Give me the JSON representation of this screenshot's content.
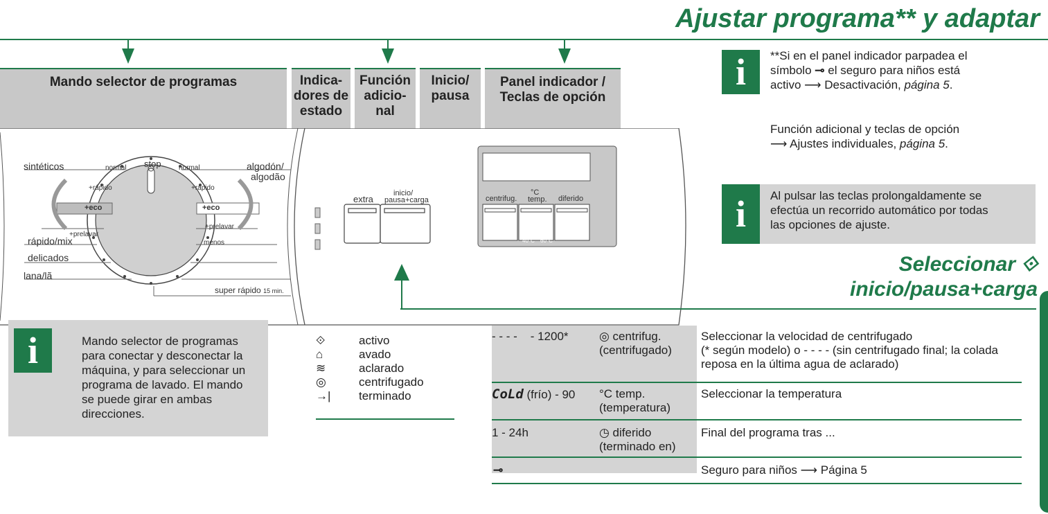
{
  "header": {
    "title": "Ajustar programa** y adaptar"
  },
  "tabs": {
    "selector": "Mando selector de programas",
    "indicators": [
      "Indica-",
      "dores de",
      "estado"
    ],
    "extra_fn": [
      "Función",
      "adicio-",
      "nal"
    ],
    "start": [
      "Inicio/",
      "pausa"
    ],
    "display": [
      "Panel indicador /",
      "Teclas de opción"
    ]
  },
  "dial": {
    "stop": "stop",
    "left_labels": [
      "sintéticos",
      "normal",
      "+rápido",
      "+eco",
      "+prelavar",
      "rápido/mix",
      "delicados",
      "lana/lã"
    ],
    "right_labels": [
      "normal",
      "algodón/",
      "algodão",
      "+rápido",
      "+eco",
      "+prelavar",
      "menos",
      "super rápido",
      "15 min."
    ]
  },
  "panel": {
    "extra": "extra",
    "start_line1": "inicio/",
    "start_line2": "pausa+carga",
    "opt_spin": "centrifug.",
    "opt_temp_symbol": "°C",
    "opt_temp": "temp.",
    "opt_delay": "diferido",
    "range1": "40°C",
    "range2": "60°C"
  },
  "notes": {
    "childlock": [
      "**Si en el panel indicador parpadea el",
      "símbolo",
      " el seguro para niños está",
      "activo ⟶ Desactivación, ",
      "página 5",
      "."
    ],
    "adicional_1": "Función adicional y teclas de opción",
    "adicional_2": "⟶ Ajustes individuales, ",
    "adicional_page": "página 5",
    "adicional_dot": ".",
    "long_press": [
      "Al pulsar las teclas prolongaldamente se",
      "efectúa un recorrido automático por todas",
      "las opciones de ajuste."
    ],
    "selector_info": [
      "Mando selector de programas",
      "para conectar y desconectar la",
      "máquina, y para seleccionar un",
      "programa de lavado. El mando",
      "se puede girar en ambas",
      "direcciones."
    ]
  },
  "start_heading": {
    "line1": "Seleccionar",
    "line2": "inicio/pausa+carga"
  },
  "status_list": [
    {
      "icon": "⟐",
      "label": "activo"
    },
    {
      "icon": "⌂",
      "label": "avado"
    },
    {
      "icon": "≋",
      "label": "aclarado"
    },
    {
      "icon": "◎",
      "label": "centrifugado"
    },
    {
      "icon": "→|",
      "label": "terminado"
    }
  ],
  "options_table": [
    {
      "range": "- - - -    - 1200*",
      "option": "◎ centrifug.",
      "option2": "(centrifugado)",
      "desc": [
        "Seleccionar la velocidad de centrifugado",
        "(* según modelo) o - - - - (sin centrifugado final; la colada",
        "reposa en la última agua de aclarado)"
      ]
    },
    {
      "range_code": "CoLd",
      "range": " (frío) - 90",
      "option": "°C temp.",
      "option2": "(temperatura)",
      "desc": [
        "Seleccionar la temperatura"
      ]
    },
    {
      "range": "1 - 24h",
      "option": "◷ diferido",
      "option2": "(terminado en)",
      "desc": [
        "Final del programa tras ..."
      ]
    },
    {
      "range": "",
      "option": "",
      "option2": "",
      "desc": [
        "Seguro para niños ⟶ Página 5"
      ]
    }
  ]
}
